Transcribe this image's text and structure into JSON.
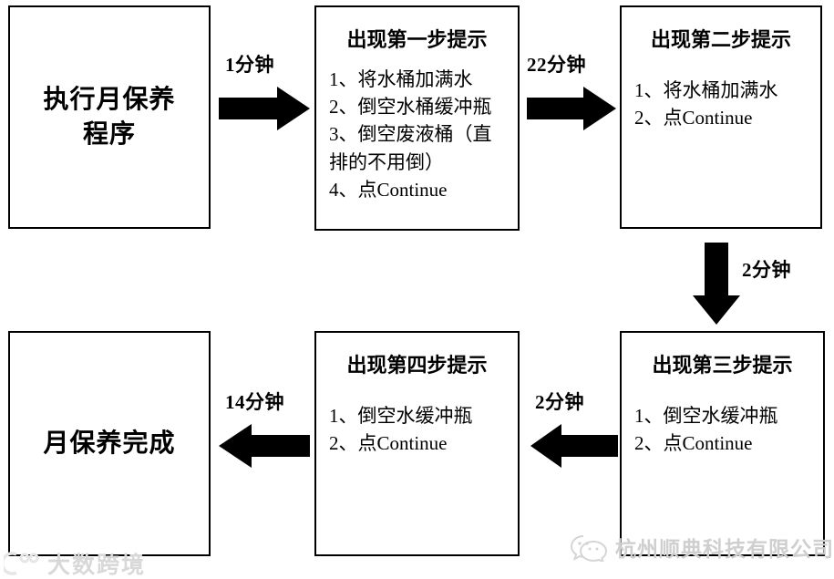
{
  "diagram": {
    "title": "月保养程序流程图",
    "line_color": "#000000",
    "box_fill": "#ffffff"
  },
  "nodes": [
    {
      "id": "start",
      "kind": "terminator",
      "label": "执行月保养\n程序",
      "label_line1": "执行月保养",
      "label_line2": "程序"
    },
    {
      "id": "step1",
      "kind": "process",
      "title": "出现第一步提示",
      "steps": [
        "1、将水桶加满水",
        "2、倒空水桶缓冲瓶",
        "3、倒空废液桶（直排的不用倒）",
        "4、点Continue"
      ]
    },
    {
      "id": "step2",
      "kind": "process",
      "title": "出现第二步提示",
      "steps": [
        "1、将水桶加满水",
        "2、点Continue"
      ]
    },
    {
      "id": "step3",
      "kind": "process",
      "title": "出现第三步提示",
      "steps": [
        "1、倒空水缓冲瓶",
        "2、点Continue"
      ]
    },
    {
      "id": "step4",
      "kind": "process",
      "title": "出现第四步提示",
      "steps": [
        "1、倒空水缓冲瓶",
        "2、点Continue"
      ]
    },
    {
      "id": "end",
      "kind": "terminator",
      "label": "月保养完成",
      "label_line1": "月保养完成",
      "label_line2": ""
    }
  ],
  "arrows": [
    {
      "id": "a1",
      "from": "start",
      "to": "step1",
      "direction": "right",
      "label": "1分钟"
    },
    {
      "id": "a2",
      "from": "step1",
      "to": "step2",
      "direction": "right",
      "label": "22分钟"
    },
    {
      "id": "a3",
      "from": "step2",
      "to": "step3",
      "direction": "down",
      "label": "2分钟"
    },
    {
      "id": "a4",
      "from": "step3",
      "to": "step4",
      "direction": "left",
      "label": "2分钟"
    },
    {
      "id": "a5",
      "from": "step4",
      "to": "end",
      "direction": "left",
      "label": "14分钟"
    }
  ],
  "watermarks": {
    "bottom_left": {
      "text": "大数跨境",
      "color": "#e2e2e2",
      "icon": "camera-logo-icon"
    },
    "bottom_right": {
      "text": "杭州顺典科技有限公司",
      "color": "#cfcfcf",
      "icon": "wechat-logo-icon"
    }
  }
}
